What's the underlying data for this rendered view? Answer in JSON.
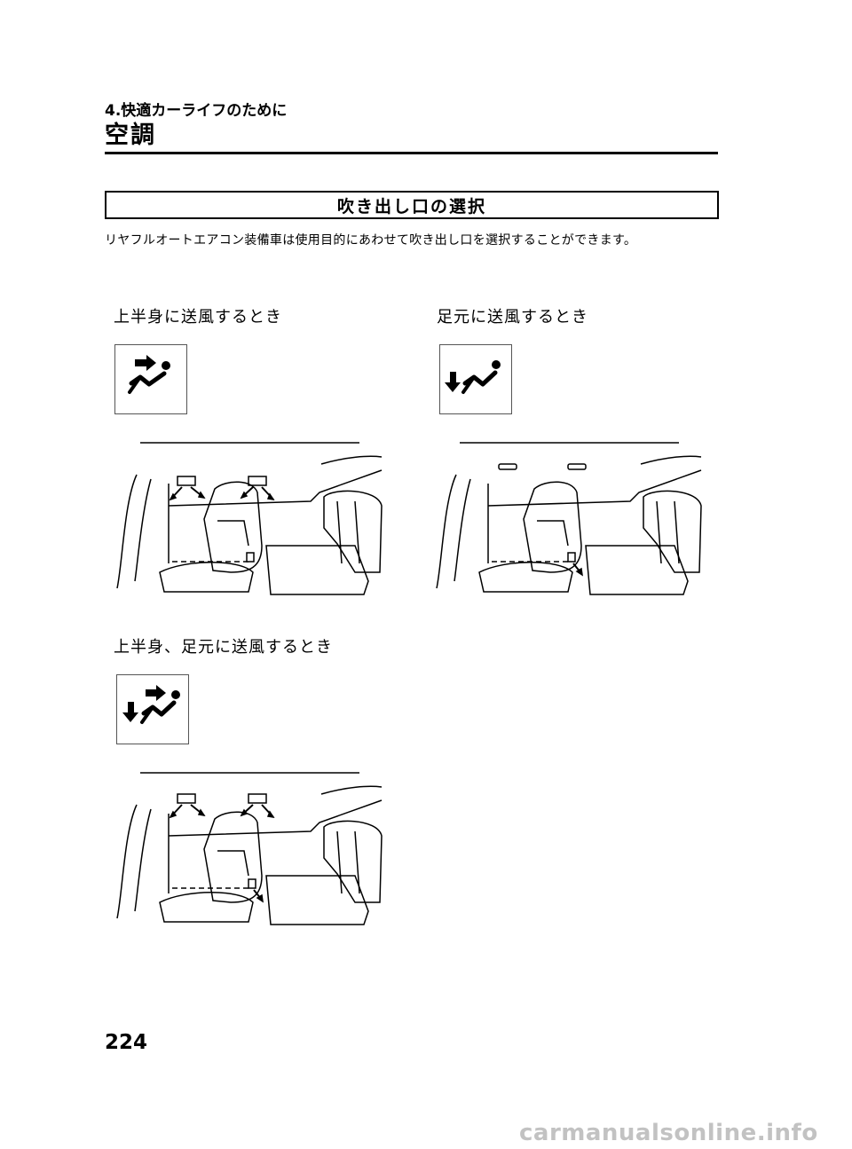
{
  "header": {
    "chapter": "4.快適カーライフのために",
    "title": "空調"
  },
  "section": {
    "heading": "吹き出し口の選択",
    "intro": "リヤフルオートエアコン装備車は使用目的にあわせて吹き出し口を選択することができます。"
  },
  "modes": [
    {
      "caption": "上半身に送風するとき",
      "icon": "face-vent-mode-icon"
    },
    {
      "caption": "足元に送風するとき",
      "icon": "foot-vent-mode-icon"
    },
    {
      "caption": "上半身、足元に送風するとき",
      "icon": "bi-level-vent-mode-icon"
    }
  ],
  "footer": {
    "page_number": "224",
    "watermark": "carmanualsonline.info"
  }
}
